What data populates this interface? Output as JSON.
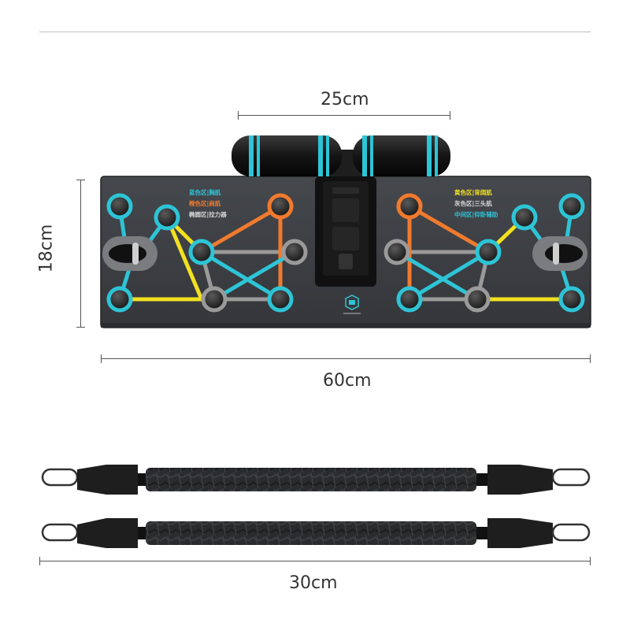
{
  "dimensions": {
    "handle_width": "25cm",
    "board_height": "18cm",
    "board_width": "60cm",
    "band_length": "30cm"
  },
  "board": {
    "legend_left": [
      {
        "text": "蓝色区|胸肌",
        "color": "#2ec4d6"
      },
      {
        "text": "橙色区|肩肌",
        "color": "#f07a2e"
      },
      {
        "text": "椭圆区|拉力器",
        "color": "#d8d8d8"
      }
    ],
    "legend_right": [
      {
        "text": "黄色区|背阔肌",
        "color": "#f2e021"
      },
      {
        "text": "灰色区|三头肌",
        "color": "#d8d8d8"
      },
      {
        "text": "中间区|仰卧辅助",
        "color": "#2ec4d6"
      }
    ]
  },
  "colors": {
    "blue": "#2ec4d6",
    "orange": "#f07a2e",
    "yellow": "#f2e021",
    "gray": "#9a9a9a",
    "board": "#3b3d42",
    "band": "#2c2d2f"
  }
}
